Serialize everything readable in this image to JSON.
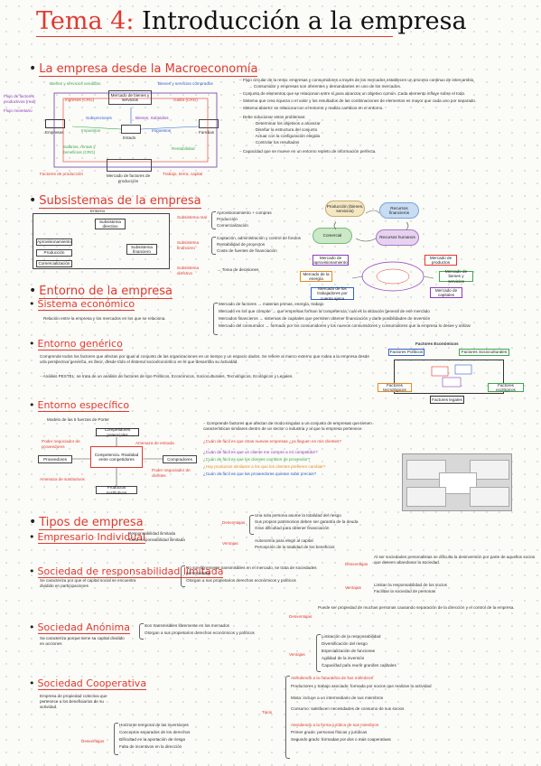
{
  "title": {
    "prefix": "Tema 4:",
    "main": " Introducción a la empresa"
  },
  "sec1": {
    "heading": "La empresa desde la Macroeconomía",
    "flow_labels": {
      "bienes_left": "Bienes y servicios vendidos",
      "bienes_right": "Bienes y servicios comprados",
      "flujo_factores": "Flujo de factores productivos (real)",
      "flujo_monetario": "Flujo monetario",
      "ingresos": "Ingresos (CRG)",
      "gasto": "Gasto (CRG)",
      "mercado_bienes": "Mercado de bienes y servicios",
      "empresas": "Empresas",
      "familias": "Familias",
      "estado": "Estado",
      "subvenciones": "Subvenciones",
      "bienes_subsidios": "Bienes, Subsidios",
      "impuestos_l": "Impuestos",
      "impuestos_r": "Impuestos",
      "salarios": "Salarios, rentas y beneficios (CRG)",
      "rentabilidad": "Rentabilidad",
      "factores_produccion": "Factores de producción",
      "mercado_factores": "Mercado de factores de producción",
      "trabajo": "Trabajo, tierra, capital"
    },
    "notes": [
      "Flujo circular de la renta: empresas y consumidores a través de los mercados establecen un proceso continuo de intercambio.",
      "Consumidor y empresas son oferentes y demandantes en uno de los mercados.",
      "Conjunto de elementos que se relacionan entre sí para alcanzar un objetivo común. Cada elemento influye sobre el todo.",
      "Sistema que crea riqueza o el valor y los resultados de las combinaciones de elementos es mayor que cada uno por separado.",
      "Sistema abierto: se relaciona con el entorno y realiza cambios en el entorno.",
      "Debe solucionar estos problemas:",
      "Determinar los objetivos a alcanzar",
      "Diseñar la estructura del conjunto",
      "Actuar con la configuración elegida",
      "Controlar los resultados",
      "Capacidad que se mueve en un entorno repleto de información perfecta."
    ]
  },
  "sec2": {
    "heading": "Subsistemas de la empresa",
    "org": {
      "entorno": "Entorno",
      "subsistema_directivo": "Subsistema directivo",
      "aprovisionamiento": "Aprovisionamiento",
      "produccion": "Producción",
      "subsistema_financiero": "Subsistema financiero",
      "comercializacion": "Comercialización"
    },
    "real": {
      "label": "Subsistema real",
      "items": [
        "Aprovisionamiento + compras",
        "Producción",
        "Comercialización"
      ]
    },
    "financiero": {
      "label": "Subsistema financiero",
      "items": [
        "Captación, administración y control de fondos",
        "Rentabilidad de proyectos",
        "Coste de fuentes de financiación"
      ]
    },
    "directivo": {
      "label": "Subsistema directivo",
      "items": [
        "Toma de decisiones"
      ]
    },
    "cycle": {
      "produccion": "Producción (bienes, servicios)",
      "recursos": "Recursos financieros",
      "comercial": "Comercial",
      "recursos_humanos": "Recursos humanos"
    },
    "network": {
      "c1": "Mercado de aprovisionamiento",
      "c2": "Mercado de productos",
      "c3": "Mercado de la energía",
      "c4": "Mercado de bienes y servicios",
      "c5": "Mercado de los trabajadores por cuenta ajena",
      "c6": "Mercado de capitales"
    }
  },
  "sec3": {
    "heading": "Entorno de la empresa",
    "sistema_economico": {
      "heading": "Sistema económico",
      "body": "Relación entre la empresa y los mercados en los que se relaciona.",
      "notes": [
        "Mercado de factores → materias primas, energía, trabajo",
        "Mercado en los que compite → que empresas forman la competencia, cuál es la situación general de ese mercado",
        "Mercados financieros → sistemas de capitales que permiten obtener financiación y darle posibilidades de inversión",
        "Mercado del consumidor → formado por los consumidores y los nuevos consumidores y consumidores que la empresa lo desee y utilizar"
      ]
    },
    "generico": {
      "heading": "Entorno genérico",
      "body": "Comprende todos los factores que afectan por igual al conjunto de las organizaciones en un tiempo y un espacio dados. Se refiere al marco externo que rodea a la empresa desde una perspectiva genérica, es decir, desde todo el sistema socioeconómico en el que desarrolla su actividad.",
      "pestel": "Análisis PESTEL: se trata de un análisis de factores de tipo Políticos, Económicos, Socioculturales, Tecnológicos, Ecológicos y Legales.",
      "diagram": {
        "factores_economicos": "Factores Económicos",
        "factores_politicos": "Factores Políticos",
        "factores_socioculturales": "Factores Socioculturales",
        "factores_tecnologicos": "Factores tecnológicos",
        "factores_ecologicos": "Factores ecológicos",
        "factores_legales": "Factores legales"
      }
    },
    "especifico": {
      "heading": "Entorno específico",
      "porter": "Modelo de las 5 fuerzas de Porter",
      "competidores": "Competidores potenciales",
      "amenaza_entrada": "Amenaza de entrada",
      "poder_proveedores": "Poder negociador de proveedores",
      "proveedores": "Proveedores",
      "rivalidad": "Competencia. Rivalidad entre competidores",
      "compradores": "Compradores",
      "poder_clientes": "Poder negociador de clientes",
      "amenaza_sustitutivos": "Amenaza de sustitutivos",
      "sustitutivos": "Productos sustitutivos",
      "notes": [
        "Comprende factores que afectan de modo singular a un conjunto de empresas que tienen características similares dentro de un sector o industria y al que la empresa pertenece.",
        "¿Cuán de fácil es que otras nuevas empresas ¿ya lleguen en mis clientes?",
        "¿Cuán de fácil es que un cliente me compre a mí competidor?",
        "¿Cuán de fácil es que los clientes cambien de proveedor?",
        "¿Hay productos similares a los que los clientes prefieren cambiar?",
        "¿Cuán de fácil es que los proveedores quieran subir precios?"
      ]
    }
  },
  "sec4": {
    "heading": "Tipos de empresa",
    "individual": {
      "heading": "Empresario Individual",
      "left": [
        "Responsabilidad ilimitada",
        "Toma responsabilidad ilimitada"
      ],
      "desventajas_label": "Desventajas",
      "desventajas": [
        "Una sola persona asume la totalidad del riesgo",
        "Sus propios patrimonios deben ser garantía de la deuda",
        "Gran dificultad para obtener financiación"
      ],
      "ventajas_label": "Ventajas",
      "ventajas": [
        "Autonomía para elegir al capital",
        "Percepción de la totalidad de los beneficios"
      ]
    },
    "limitada": {
      "heading": "Sociedad de responsabilidad limitada",
      "left": "Se caracteriza por que el capital social se encuentra dividido en participaciones",
      "middle": [
        "No son libremente transmisibles en el mercado, se trata de sociedades personalistas",
        "Otorgan a sus propietarios derechos económicos y políticos"
      ],
      "desventajas_label": "Desventajas",
      "desventajas": "Al ser sociedades personalistas se dificulta la desinversión por parte de aquellos socios que deseen abandonar la sociedad.",
      "ventajas_label": "Ventajas",
      "ventajas": [
        "Limitan la responsabilidad de los socios",
        "Facilitan la sociedad de personas"
      ]
    },
    "anonima": {
      "heading": "Sociedad Anónima",
      "left": "Se caracteriza porque tiene su capital dividido en acciones",
      "middle": [
        "Son transmisibles libremente en los mercados",
        "Otorgan a sus propietarios derechos económicos y políticos"
      ],
      "desventajas_label": "Desventajas",
      "desventajas": "Puede ser propiedad de muchas personas causando separación de la dirección y el control de la empresa.",
      "ventajas_label": "Ventajas",
      "ventajas": [
        "Limitación de la responsabilidad",
        "Diversificación del riesgo",
        "Especialización de funciones",
        "Agilidad de la inversión",
        "Capacidad para reunir grandes capitales"
      ]
    },
    "cooperativa": {
      "heading": "Sociedad Cooperativa",
      "left": "Empresa de propiedad colectiva que pertenece a los beneficiarios de su actividad.",
      "tipos_label": "Tipos",
      "tipos": [
        "Atendiendo a la naturaleza de sus miembros",
        "Productores y trabajo asociado: formada por socios que realizan la actividad",
        "Mixta: incluye a un intermediario de sus miembros",
        "Consumo: satisfacen necesidades de consumo de sus socios",
        "Atendiendo a la forma jurídica de sus miembros",
        "Primer grado: personas físicas y jurídicas",
        "Segundo grado: formadas por dos o más cooperativas"
      ],
      "desventajas_label": "Desventajas",
      "desventajas": [
        "Horizonte temporal de las inversiones",
        "Conceptos separados de los derechos",
        "Dificultad en la aportación de riesgo",
        "Falta de incentivos en la dirección"
      ]
    }
  }
}
